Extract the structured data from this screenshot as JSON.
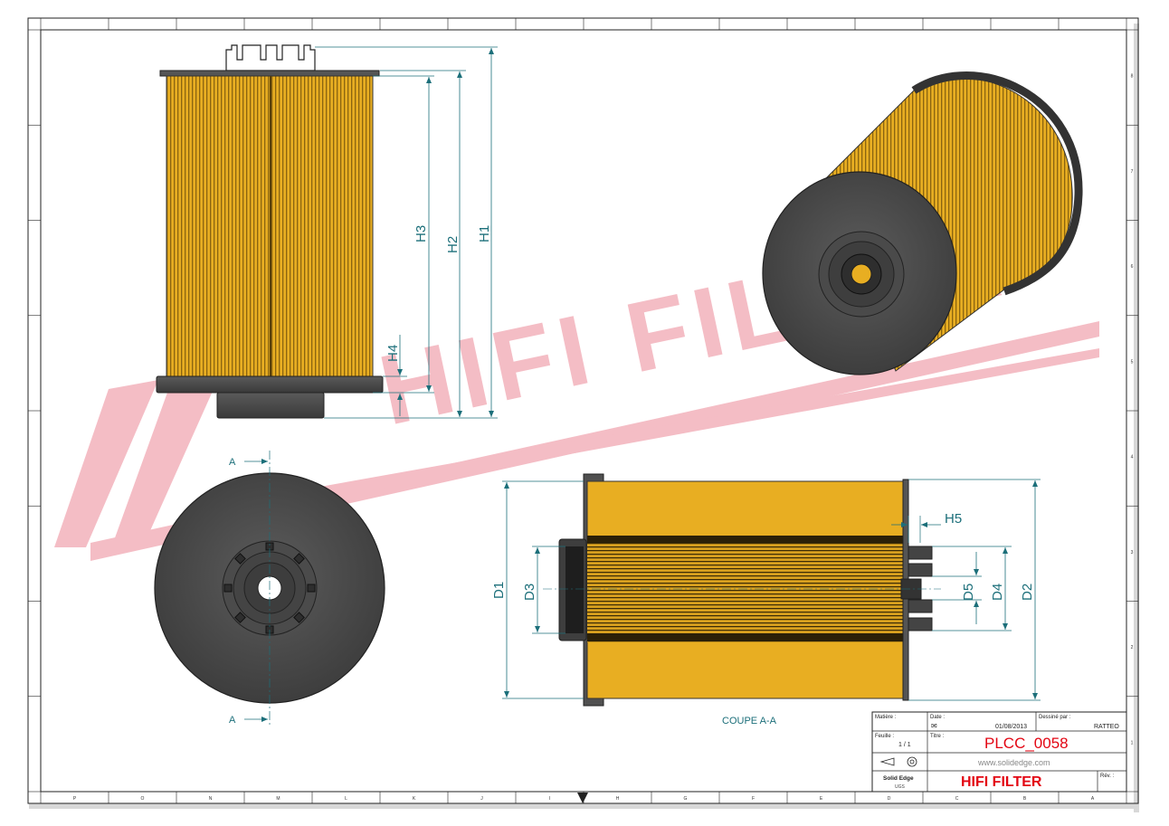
{
  "border": {
    "columns": [
      "P",
      "O",
      "N",
      "M",
      "L",
      "K",
      "J",
      "I",
      "H",
      "G",
      "F",
      "E",
      "D",
      "C",
      "B",
      "A"
    ],
    "rows": [
      "8",
      "7",
      "6",
      "5",
      "4",
      "3",
      "2",
      "1"
    ]
  },
  "watermark": {
    "text": "HIFI FILTER",
    "color": "#f3b6bf"
  },
  "dimensions": {
    "h1": "H1",
    "h2": "H2",
    "h3": "H3",
    "h4": "H4",
    "h5": "H5",
    "d1": "D1",
    "d2": "D2",
    "d3": "D3",
    "d4": "D4",
    "d5": "D5"
  },
  "section": {
    "marker_top": "A",
    "marker_bottom": "A",
    "caption": "COUPE A-A"
  },
  "title_block": {
    "material_label": "Matière :",
    "date_label": "Date :",
    "date_value": "01/08/2013",
    "designer_label": "Dessiné par :",
    "designer_value": "RATTEO",
    "sheet_label": "Feuille :",
    "sheet_value": "1 / 1",
    "title_label": "Titre :",
    "part_number": "PLCC_0058",
    "website": "www.solidedge.com",
    "company": "HIFI FILTER",
    "software": "Solid Edge",
    "units": "UGS",
    "revision_label": "Rév. :"
  },
  "colors": {
    "filter_paper": "#e8ae22",
    "filter_paper_dark": "#b58616",
    "end_cap": "#4a4a4a",
    "dimension_line": "#1c6f7a",
    "part_number": "#e30613",
    "company": "#e30613"
  }
}
